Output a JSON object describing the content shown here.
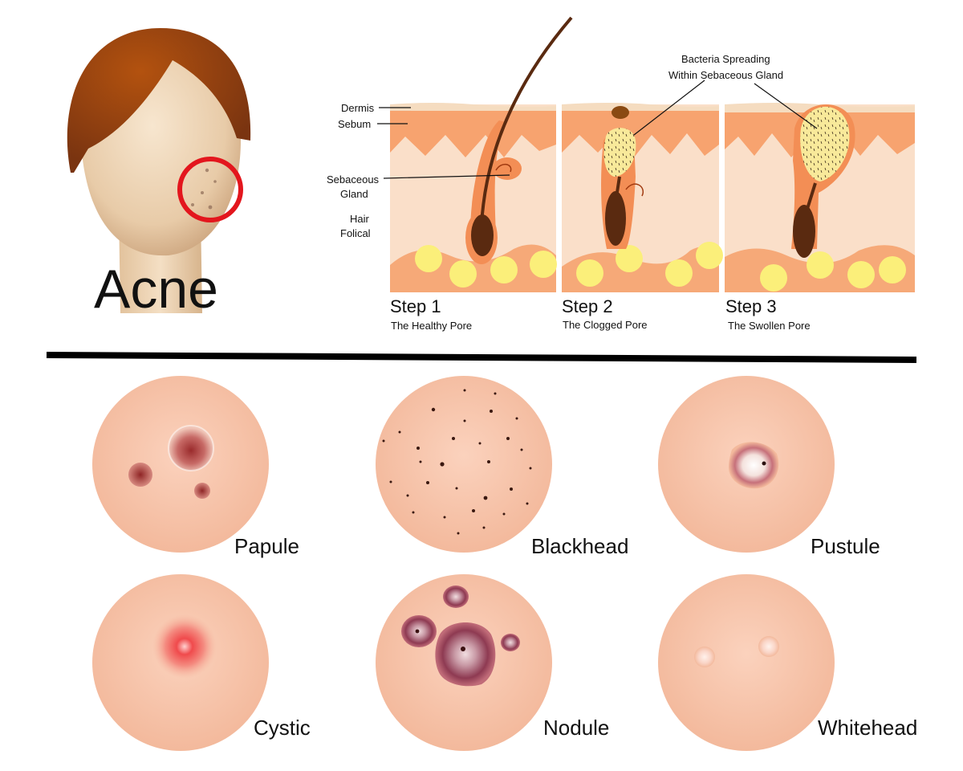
{
  "title": "Acne",
  "labels": {
    "dermis": "Dermis",
    "sebum": "Sebum",
    "sebaceous_gland_line1": "Sebaceous",
    "sebaceous_gland_line2": "Gland",
    "hair_follicle_line1": "Hair",
    "hair_follicle_line2": "Folical",
    "bacteria_line1": "Bacteria Spreading",
    "bacteria_line2": "Within Sebaceous Gland"
  },
  "steps": [
    {
      "name": "Step 1",
      "caption": "The Healthy Pore"
    },
    {
      "name": "Step 2",
      "caption": "The Clogged Pore"
    },
    {
      "name": "Step 3",
      "caption": "The Swollen Pore"
    }
  ],
  "types": [
    {
      "name": "Papule"
    },
    {
      "name": "Blackhead"
    },
    {
      "name": "Pustule"
    },
    {
      "name": "Cystic"
    },
    {
      "name": "Nodule"
    },
    {
      "name": "Whitehead"
    }
  ],
  "colors": {
    "skin": "#f6c3a8",
    "skin_light": "#fbd9c8",
    "dermis_layer": "#f7a36f",
    "hair": "#5a2a10",
    "hair_cap": "#a6490f",
    "fat_cells": "#fbef7a",
    "indicator_ring": "#e3161d",
    "divider": "#000000"
  }
}
